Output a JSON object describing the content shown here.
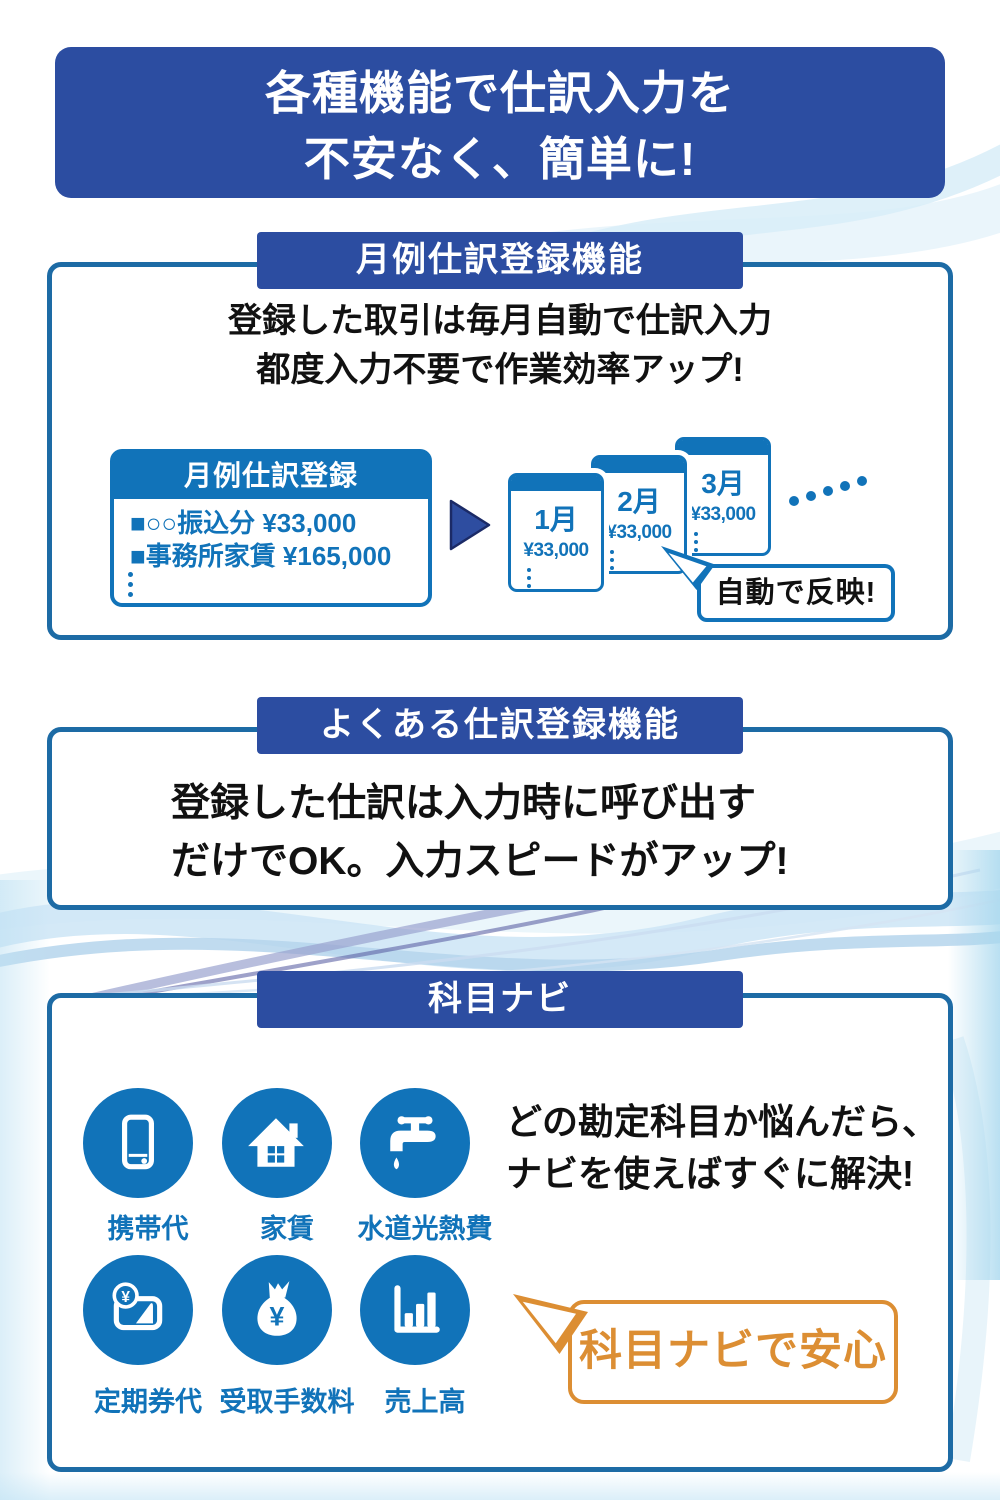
{
  "page": {
    "title_line1": "各種機能で仕訳入力を",
    "title_line2": "不安なく、簡単に!"
  },
  "section1": {
    "header": "月例仕訳登録機能",
    "desc_line1": "登録した取引は毎月自動で仕訳入力",
    "desc_line2": "都度入力不要で作業効率アップ!",
    "register_card": {
      "title": "月例仕訳登録",
      "item1": "■○○振込分 ¥33,000",
      "item2": "■事務所家賃 ¥165,000"
    },
    "month_cards": [
      {
        "month": "1月",
        "amount": "¥33,000"
      },
      {
        "month": "2月",
        "amount": "¥33,000"
      },
      {
        "month": "3月",
        "amount": "¥33,000"
      }
    ],
    "callout": "自動で反映!"
  },
  "section2": {
    "header": "よくある仕訳登録機能",
    "desc_line1": "登録した仕訳は入力時に呼び出す",
    "desc_line2": "だけでOK。入力スピードがアップ!"
  },
  "section3": {
    "header": "科目ナビ",
    "desc_line1": "どの勘定科目か悩んだら、",
    "desc_line2": "ナビを使えばすぐに解決!",
    "categories": [
      {
        "label": "携帯代",
        "icon": "smartphone-icon"
      },
      {
        "label": "家賃",
        "icon": "house-icon"
      },
      {
        "label": "水道光熱費",
        "icon": "faucet-icon"
      },
      {
        "label": "定期券代",
        "icon": "commuter-pass-icon"
      },
      {
        "label": "受取手数料",
        "icon": "money-bag-icon"
      },
      {
        "label": "売上高",
        "icon": "bar-chart-icon"
      }
    ],
    "callout": "科目ナビで安心"
  },
  "colors": {
    "royal_blue": "#2C4DA1",
    "azure_blue": "#1173B9",
    "box_border_blue": "#1D6BA5",
    "orange": "#DC8E33",
    "text_black": "#111111"
  }
}
